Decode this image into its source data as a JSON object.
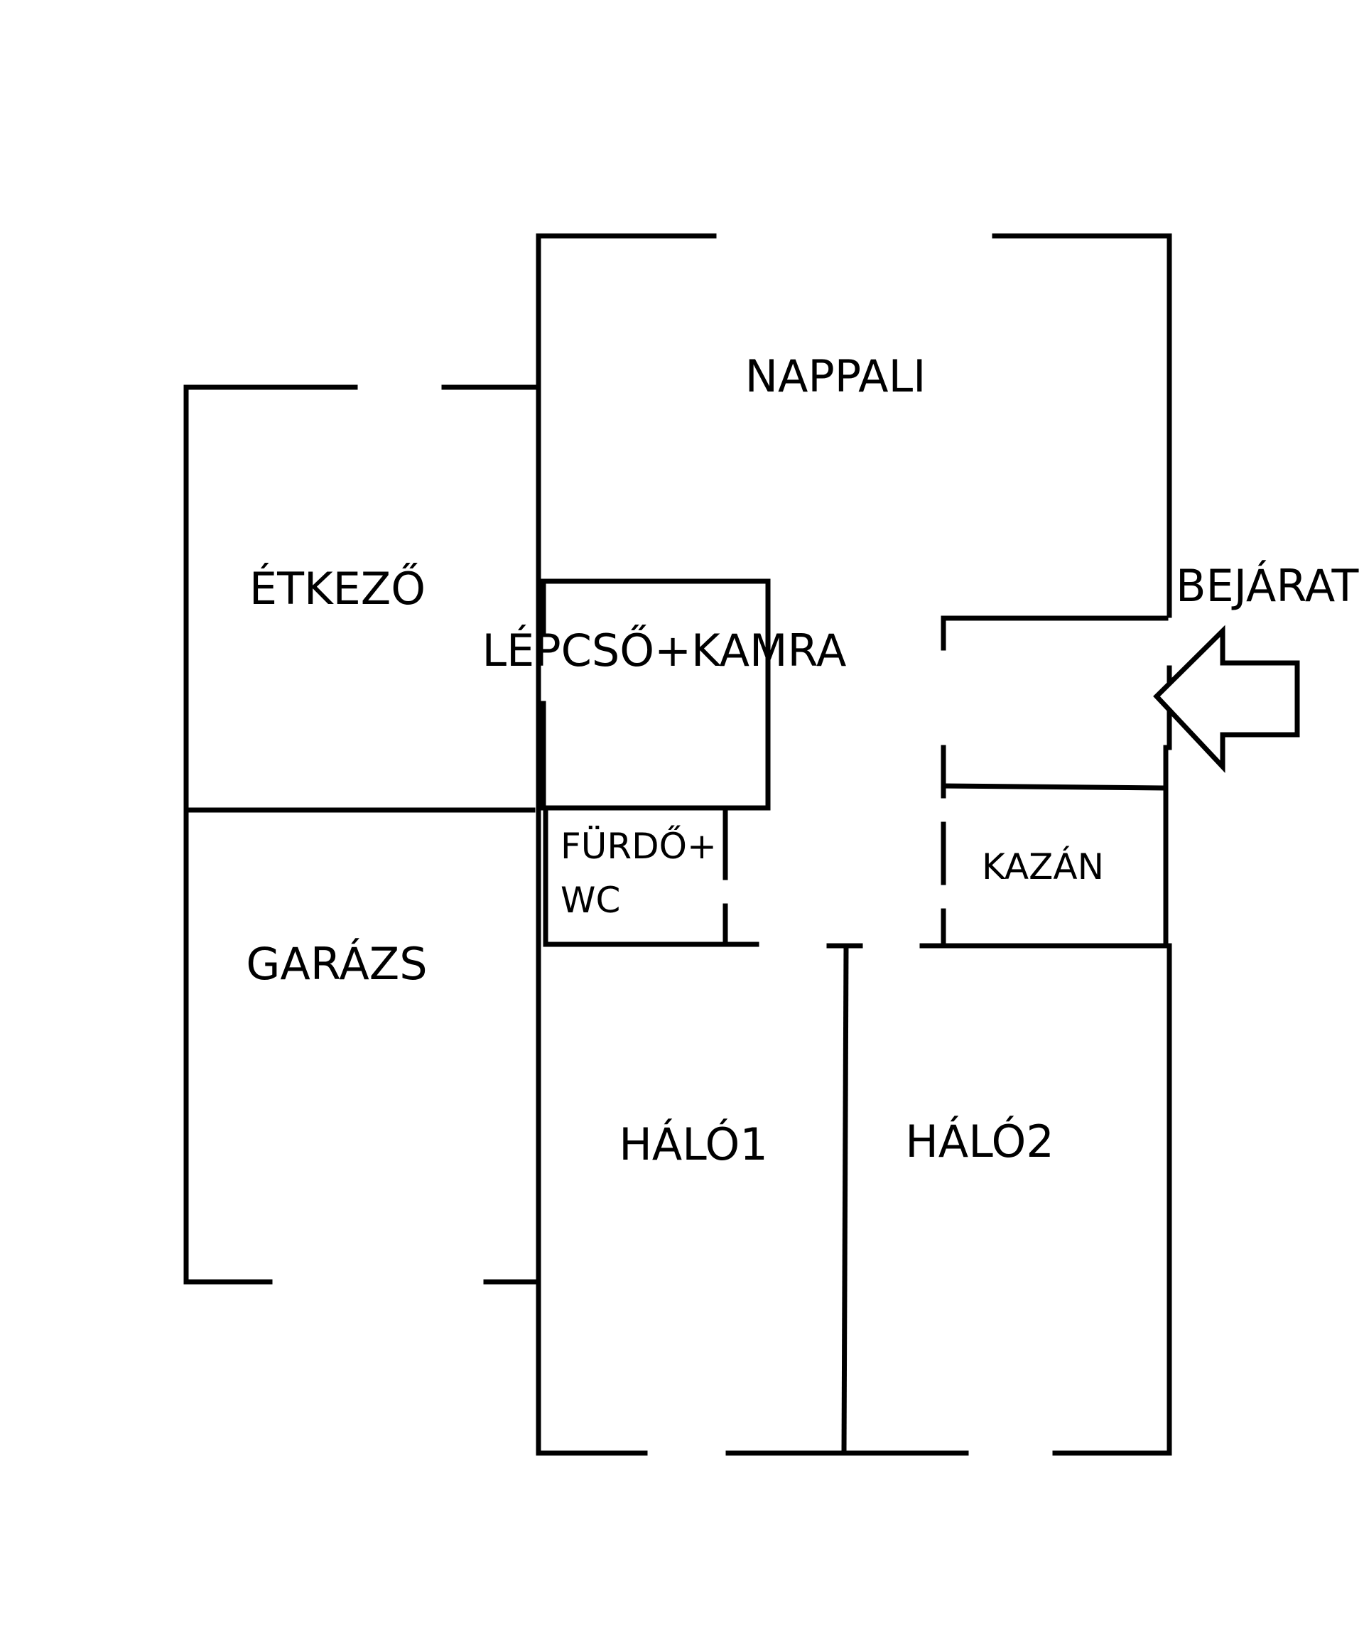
{
  "floorplan": {
    "rooms": {
      "nappali": "NAPPALI",
      "etkezo": "ÉTKEZŐ",
      "lepcso_kamra": "LÉPCSŐ+KAMRA",
      "bejarat": "BEJÁRAT",
      "furdo_line1": "FÜRDŐ+",
      "furdo_line2": "WC",
      "kazan": "KAZÁN",
      "garazs": "GARÁZS",
      "halo1": "HÁLÓ1",
      "halo2": "HÁLÓ2"
    },
    "wall_color": "#000000",
    "background_color": "#ffffff",
    "icons": {
      "entrance": "entrance-arrow-icon"
    }
  }
}
